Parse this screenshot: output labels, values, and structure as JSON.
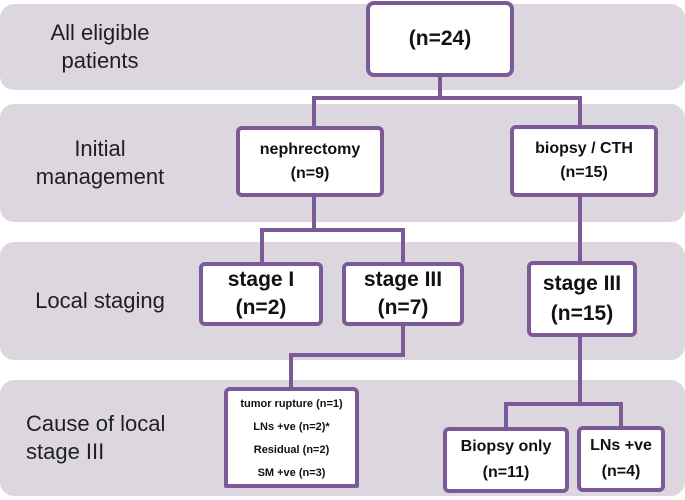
{
  "rows": {
    "eligible": "All eligible\npatients",
    "initial": "Initial\nmanagement",
    "staging": "Local staging",
    "cause": "Cause of local\nstage III"
  },
  "nodes": {
    "total": {
      "count": "(n=24)"
    },
    "nephrectomy": {
      "label": "nephrectomy",
      "count": "(n=9)"
    },
    "biopsy_cth": {
      "label": "biopsy / CTH",
      "count": "(n=15)"
    },
    "stage1": {
      "label": "stage I",
      "count": "(n=2)"
    },
    "stage3_left": {
      "label": "stage III",
      "count": "(n=7)"
    },
    "stage3_right": {
      "label": "stage III",
      "count": "(n=15)"
    },
    "causes": [
      "tumor rupture (n=1)",
      "LNs +ve (n=2)*",
      "Residual (n=2)",
      "SM +ve (n=3)"
    ],
    "biopsy_only": {
      "label": "Biopsy only",
      "count": "(n=11)"
    },
    "lns_pos": {
      "label": "LNs +ve",
      "count": "(n=4)"
    }
  },
  "colors": {
    "band": "#dcd7df",
    "box_border": "#7b5a97",
    "connector": "#7b5a97"
  }
}
